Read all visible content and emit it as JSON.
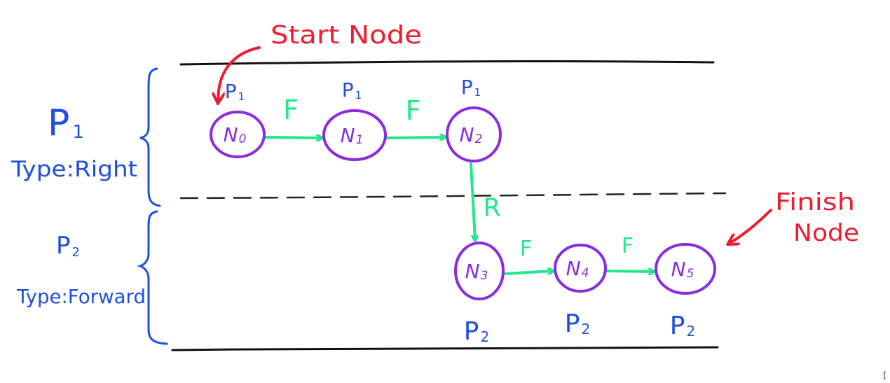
{
  "annotations": {
    "start": "Start Node",
    "finish_line1": "Finish",
    "finish_line2": "Node"
  },
  "lanes": [
    {
      "label": "P",
      "label_sub": "1",
      "type": "Type:Right"
    },
    {
      "label": "P",
      "label_sub": "2",
      "type": "Type:Forward"
    }
  ],
  "nodes": [
    {
      "id": "N0",
      "letter": "N",
      "sub": "0",
      "owner": "P",
      "owner_sub": "1"
    },
    {
      "id": "N1",
      "letter": "N",
      "sub": "1",
      "owner": "P",
      "owner_sub": "1"
    },
    {
      "id": "N2",
      "letter": "N",
      "sub": "2",
      "owner": "P",
      "owner_sub": "1"
    },
    {
      "id": "N3",
      "letter": "N",
      "sub": "3",
      "owner": "P",
      "owner_sub": "2"
    },
    {
      "id": "N4",
      "letter": "N",
      "sub": "4",
      "owner": "P",
      "owner_sub": "2"
    },
    {
      "id": "N5",
      "letter": "N",
      "sub": "5",
      "owner": "P",
      "owner_sub": "2"
    }
  ],
  "edges": [
    {
      "from": "N0",
      "to": "N1",
      "label": "F"
    },
    {
      "from": "N1",
      "to": "N2",
      "label": "F"
    },
    {
      "from": "N2",
      "to": "N3",
      "label": "R"
    },
    {
      "from": "N3",
      "to": "N4",
      "label": "F"
    },
    {
      "from": "N4",
      "to": "N5",
      "label": "F"
    }
  ],
  "colors": {
    "lane_text": "#1f4fe0",
    "node": "#8a2be2",
    "edge": "#22e88a",
    "annotation": "#ee1c2e",
    "rule": "#111111"
  },
  "corner_mark": "["
}
